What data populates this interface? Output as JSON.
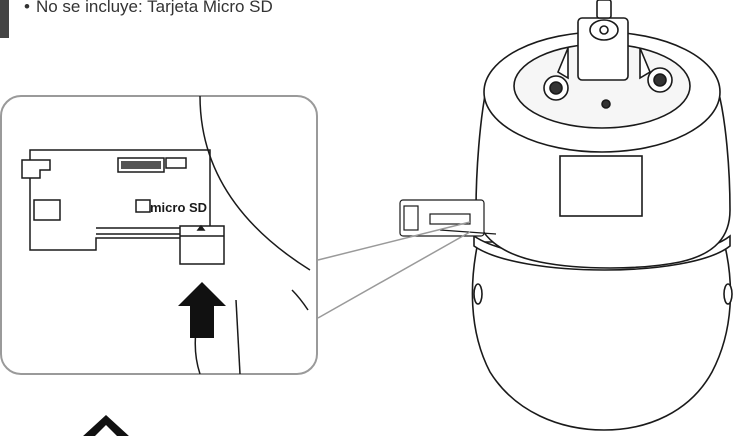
{
  "note": {
    "bullet": "•",
    "text": "No se incluye: Tarjeta Micro SD"
  },
  "figure": {
    "card_reader_label": "micro SD",
    "arrow_direction": "up",
    "arrow_color": "#111111",
    "outline_color": "#1a1a1a",
    "callout_border_color": "#9a9a9a"
  },
  "icons": {
    "caution": "warning-triangle-icon"
  }
}
